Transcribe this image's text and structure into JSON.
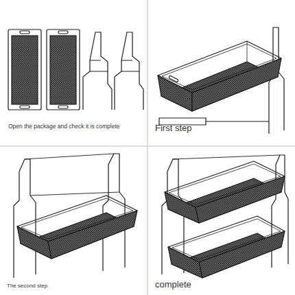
{
  "diagram": {
    "labels": [
      "Open the package and check it is complete",
      "First step",
      "The second step",
      "complete"
    ]
  }
}
